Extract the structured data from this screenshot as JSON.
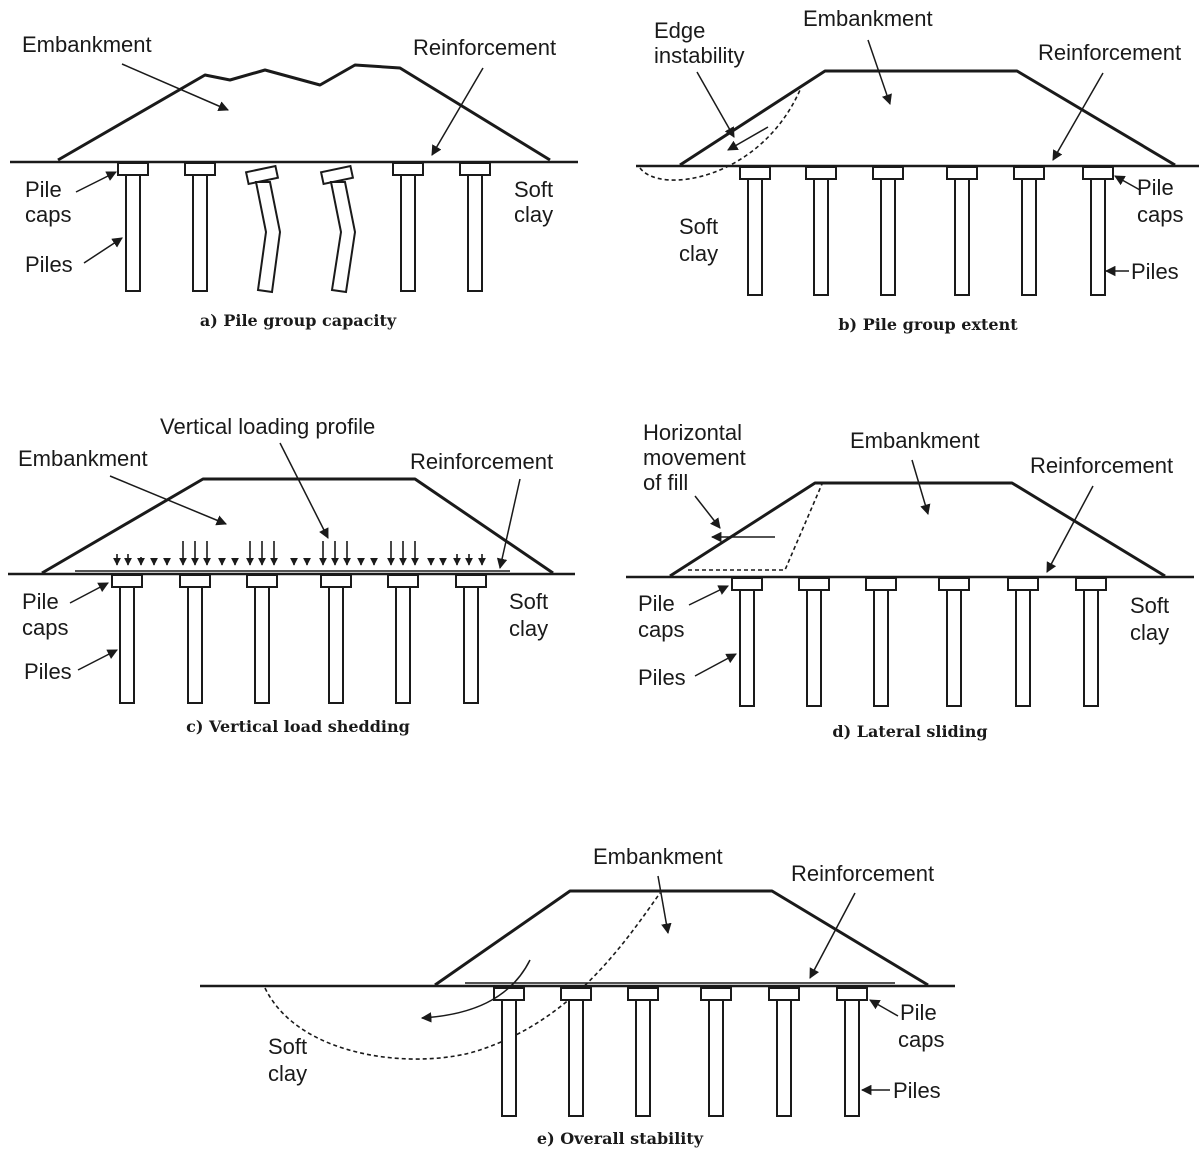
{
  "panels": {
    "a": {
      "caption": "a) Pile group capacity",
      "embankment": "Embankment",
      "reinforcement": "Reinforcement",
      "pile_caps": [
        "Pile",
        "caps"
      ],
      "piles": "Piles",
      "soft_clay": [
        "Soft",
        "clay"
      ]
    },
    "b": {
      "caption": "b) Pile group extent",
      "edge_instability": [
        "Edge",
        "instability"
      ],
      "embankment": "Embankment",
      "reinforcement": "Reinforcement",
      "soft_clay": [
        "Soft",
        "clay"
      ],
      "pile_caps": [
        "Pile",
        "caps"
      ],
      "piles": "Piles"
    },
    "c": {
      "caption": "c) Vertical load shedding",
      "vertical_loading_profile": "Vertical loading profile",
      "embankment": "Embankment",
      "reinforcement": "Reinforcement",
      "pile_caps": [
        "Pile",
        "caps"
      ],
      "piles": "Piles",
      "soft_clay": [
        "Soft",
        "clay"
      ]
    },
    "d": {
      "caption": "d) Lateral sliding",
      "horizontal_movement": [
        "Horizontal",
        "movement",
        "of fill"
      ],
      "embankment": "Embankment",
      "reinforcement": "Reinforcement",
      "pile_caps": [
        "Pile",
        "caps"
      ],
      "piles": "Piles",
      "soft_clay": [
        "Soft",
        "clay"
      ]
    },
    "e": {
      "caption": "e) Overall stability",
      "embankment": "Embankment",
      "reinforcement": "Reinforcement",
      "soft_clay": [
        "Soft",
        "clay"
      ],
      "pile_caps": [
        "Pile",
        "caps"
      ],
      "piles": "Piles"
    }
  }
}
